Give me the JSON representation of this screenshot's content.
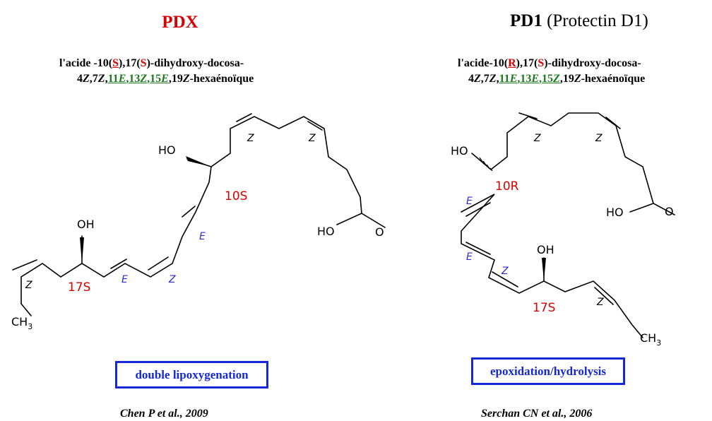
{
  "left": {
    "title": "PDX",
    "name_line1": {
      "p1": "l'acide -10(",
      "s1": "S",
      "p2": "),17(",
      "s2": "S",
      "p3": ")-dihydroxy-docosa-"
    },
    "name_line2": {
      "a": "4",
      "b": "Z",
      "c": ",7",
      "d": "Z",
      "e": ",",
      "f": "11",
      "g": "E",
      "h": ",",
      "i": "13",
      "j": "Z",
      "k": ",",
      "l": "15",
      "m": "E",
      "n": ",19",
      "o": "Z",
      "p": "-hexaénoïque"
    },
    "labels": {
      "ho1": "HO",
      "oh1": "OH",
      "c10": "10S",
      "c17": "17S",
      "ho2": "HO",
      "o": "O",
      "ch3": "CH",
      "ch3_sub": "3",
      "z1": "Z",
      "z2": "Z",
      "e1": "E",
      "e2": "E",
      "z3": "Z",
      "z4": "Z"
    },
    "box": "double lipoxygenation",
    "ref": "Chen P et al., 2009"
  },
  "right": {
    "title_bold": "PD1",
    "title_rest": " (Protectin D1)",
    "name_line1": {
      "p1": "l'acide-10(",
      "s1": "R",
      "p2": "),17(",
      "s2": "S",
      "p3": ")-dihydroxy-docosa-"
    },
    "name_line2": {
      "a": "4",
      "b": "Z",
      "c": ",7",
      "d": "Z",
      "e": ",",
      "f": "11",
      "g": "E",
      "h": ",",
      "i": "13",
      "j": "E",
      "k": ",",
      "l": "15",
      "m": "Z",
      "n": ",19",
      "o": "Z",
      "p": "-hexaénoïque"
    },
    "labels": {
      "ho1": "HO",
      "c10": "10R",
      "oh1": "OH",
      "c17": "17S",
      "ho2": "HO",
      "o": "O",
      "ch3": "CH",
      "ch3_sub": "3",
      "z1": "Z",
      "z2": "Z",
      "e1": "E",
      "e2": "E",
      "z3": "Z",
      "z4": "Z"
    },
    "box": "epoxidation/hydrolysis",
    "ref": "Serchan CN et al., 2006"
  },
  "colors": {
    "red": "#d90000",
    "green": "#1e7a1e",
    "blue": "#1428d6",
    "italic_blue": "#2c2cd0"
  }
}
